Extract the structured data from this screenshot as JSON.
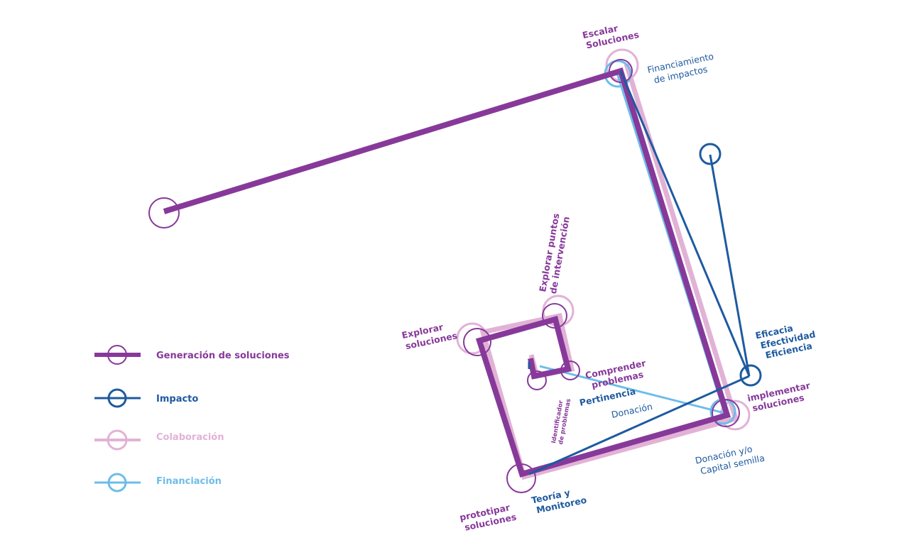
{
  "colors": {
    "generacion": "#87399a",
    "impacto": "#1e5aa0",
    "colaboracion": "#e2b2d6",
    "financiacion": "#6cbde9"
  },
  "legend": {
    "generacion": "Generación de soluciones",
    "impacto": "Impacto",
    "colaboracion": "Colaboración",
    "financiacion": "Financiación"
  },
  "labels": {
    "escalar": [
      "Escalar",
      "Soluciones"
    ],
    "financiamiento": [
      "Financiamiento",
      "de impactos"
    ],
    "explorar_puntos": [
      "Explorar puntos",
      "de intervención"
    ],
    "explorar_soluciones": [
      "Explorar",
      "soluciones"
    ],
    "comprender": [
      "Comprender",
      "problemas"
    ],
    "identificador": [
      "Identificador",
      "de problemas"
    ],
    "pertinencia": "Pertinencia",
    "donacion": "Donación",
    "eficacia": [
      "Eficacia",
      "Efectividad",
      "Eficiencia"
    ],
    "implementar": [
      "implementar",
      "soluciones"
    ],
    "donacion_capital": [
      "Donación y/o",
      "Capital semilla"
    ],
    "prototipar": [
      "prototipar",
      "soluciones"
    ],
    "teoria": [
      "Teoría y",
      "Monitoreo"
    ]
  }
}
